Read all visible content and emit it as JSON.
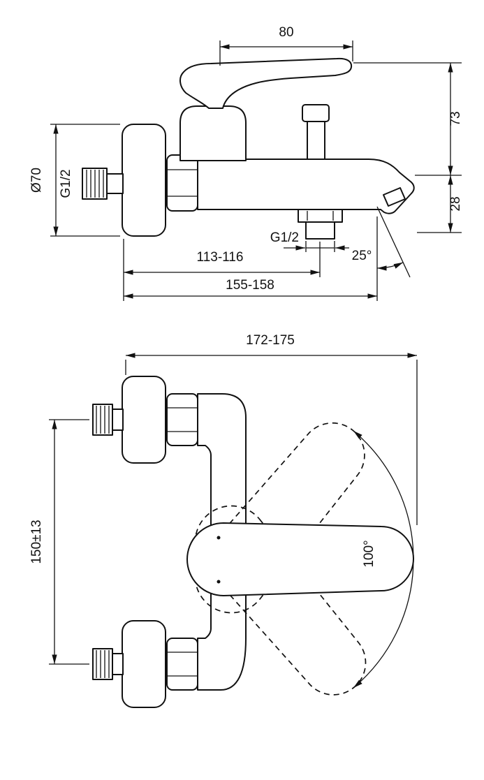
{
  "colors": {
    "ink": "#111111",
    "paper": "#ffffff"
  },
  "side_view": {
    "dim_handle_width": "80",
    "dim_height": "73",
    "dim_spout_drop": "28",
    "dim_flange_diameter": "Ø70",
    "label_inlet_thread": "G1/2",
    "label_outlet_thread": "G1/2",
    "dim_wall_to_outlet": "113-116",
    "dim_wall_to_spout": "155-158",
    "dim_spout_angle": "25°"
  },
  "plan_view": {
    "dim_overall_depth": "172-175",
    "dim_inlet_distance": "150±13",
    "dim_handle_swing": "100°"
  }
}
